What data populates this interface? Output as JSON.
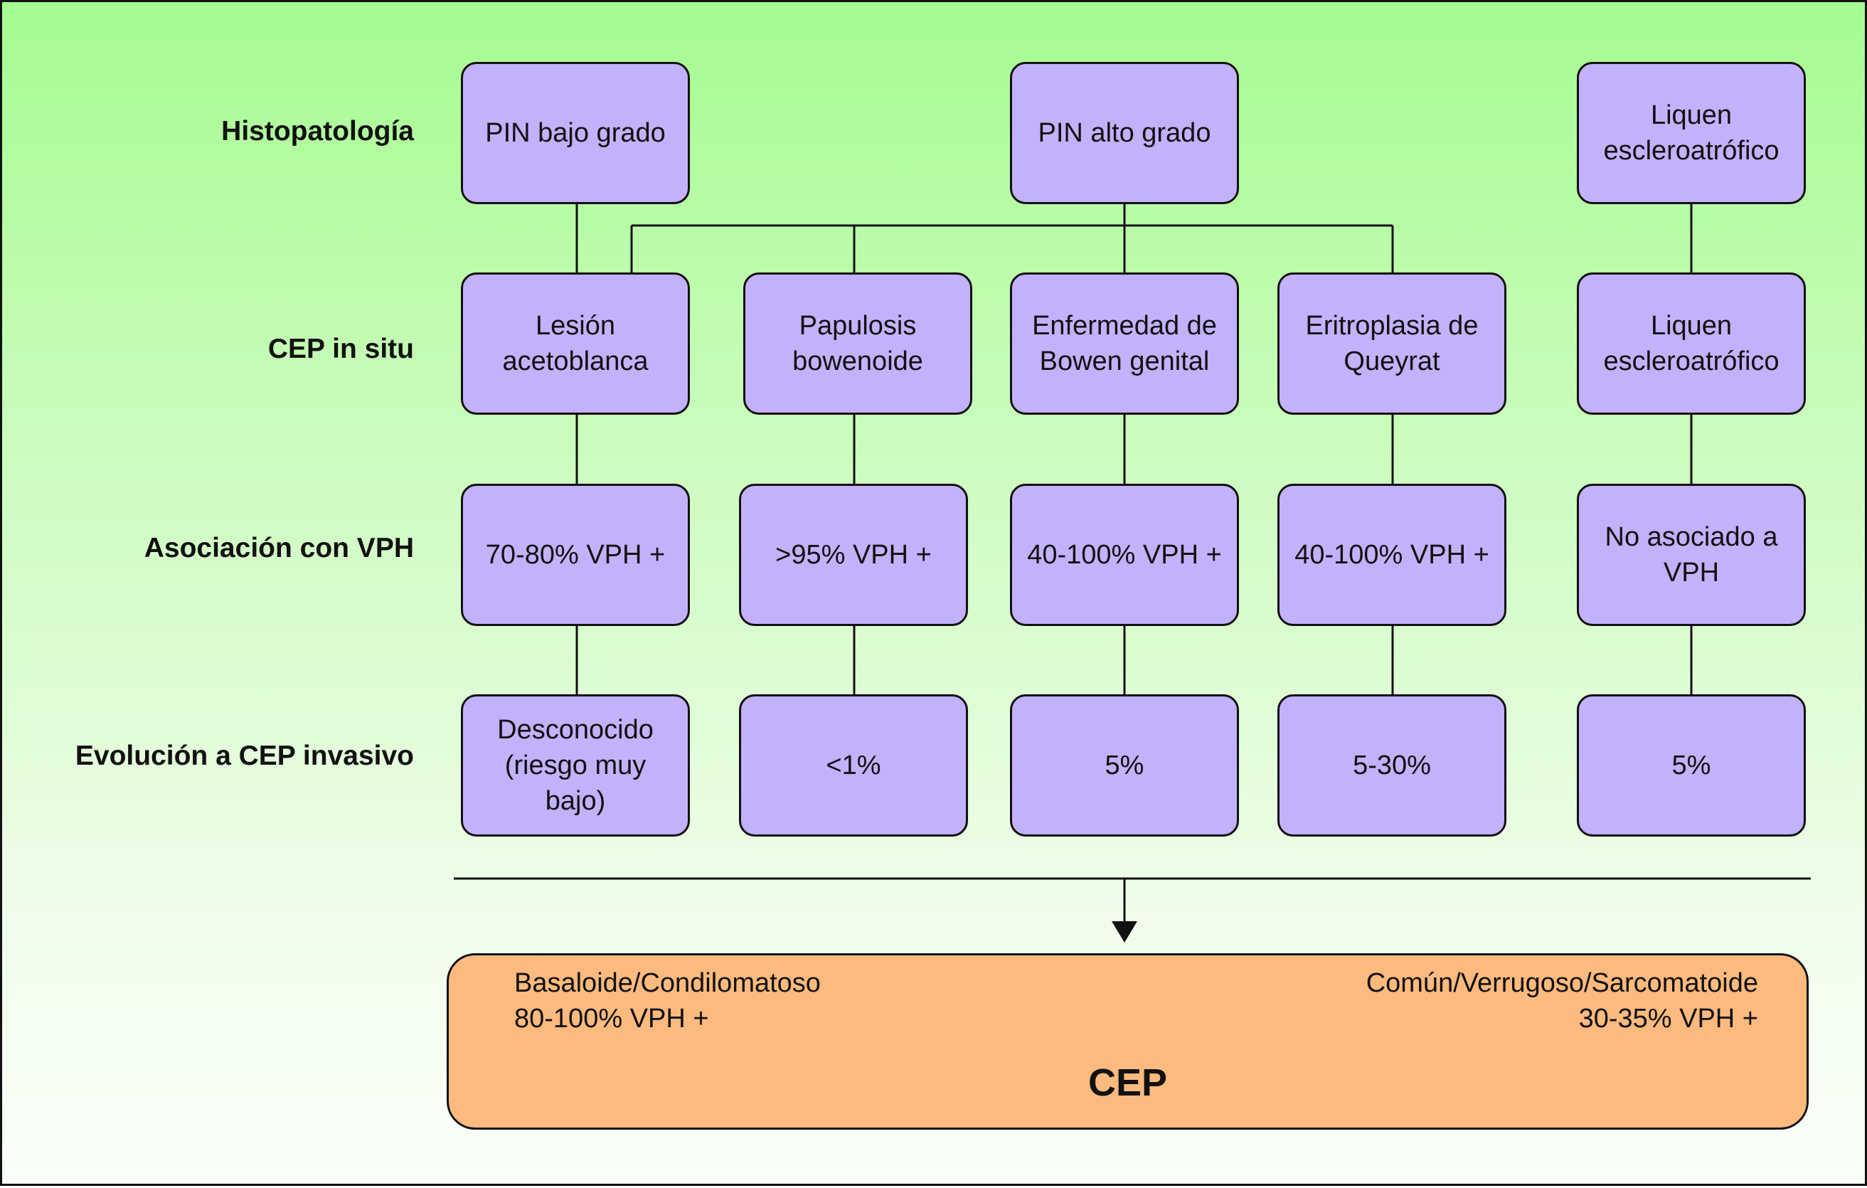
{
  "row_labels": {
    "histopatologia": "Histopatología",
    "cep_in_situ": "CEP in situ",
    "asociacion_vph": "Asociación con VPH",
    "evolucion": "Evolución a CEP invasivo"
  },
  "histopatologia": {
    "pin_bajo": "PIN bajo grado",
    "pin_alto": "PIN alto grado",
    "liquen": "Liquen\nescleroatrófico"
  },
  "cep_in_situ": [
    "Lesión\nacetoblanca",
    "Papulosis\nbowenoide",
    "Enfermedad de\nBowen genital",
    "Eritroplasia de\nQueyrat",
    "Liquen\nescleroatrófico"
  ],
  "asociacion_vph": [
    "70-80% VPH +",
    ">95% VPH +",
    "40-100% VPH +",
    "40-100% VPH +",
    "No asociado a\nVPH"
  ],
  "evolucion": [
    "Desconocido\n(riesgo muy\nbajo)",
    "<1%",
    "5%",
    "5-30%",
    "5%"
  ],
  "cep": {
    "left_text": "Basaloide/Condilomatoso\n80-100% VPH +",
    "right_text": "Común/Verrugoso/Sarcomatoide\n30-35% VPH +",
    "title": "CEP"
  },
  "colors": {
    "box_fill": "#c3b1fb",
    "cep_fill": "#fdba7e",
    "background_top": "#a6fb91",
    "background_bottom": "#fafffa"
  }
}
